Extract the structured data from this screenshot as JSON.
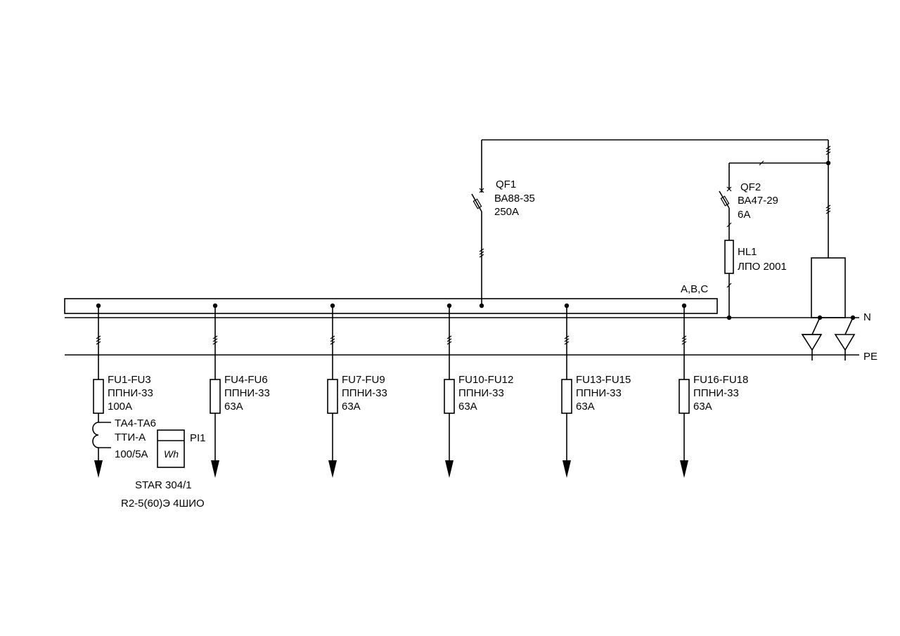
{
  "bus": {
    "phase_label": "A,B,C",
    "n_label": "N",
    "pe_label": "PE"
  },
  "feeders": [
    {
      "fuse": "FU1-FU3",
      "type": "ППНИ-33",
      "rating": "100А"
    },
    {
      "fuse": "FU4-FU6",
      "type": "ППНИ-33",
      "rating": "63А"
    },
    {
      "fuse": "FU7-FU9",
      "type": "ППНИ-33",
      "rating": "63А"
    },
    {
      "fuse": "FU10-FU12",
      "type": "ППНИ-33",
      "rating": "63А"
    },
    {
      "fuse": "FU13-FU15",
      "type": "ППНИ-33",
      "rating": "63А"
    },
    {
      "fuse": "FU16-FU18",
      "type": "ППНИ-33",
      "rating": "63А"
    }
  ],
  "ct": {
    "name": "ТА4-ТА6",
    "type": "ТТИ-А",
    "ratio": "100/5А"
  },
  "meter": {
    "name": "PI1",
    "symbol": "Wh",
    "model": "STAR 304/1",
    "spec": "R2-5(60)Э 4ШИО"
  },
  "qf1": {
    "name": "QF1",
    "type": "ВА88-35",
    "rating": "250А"
  },
  "qf2": {
    "name": "QF2",
    "type": "ВА47-29",
    "rating": "6А"
  },
  "hl1": {
    "name": "HL1",
    "type": "ЛПО 2001"
  }
}
